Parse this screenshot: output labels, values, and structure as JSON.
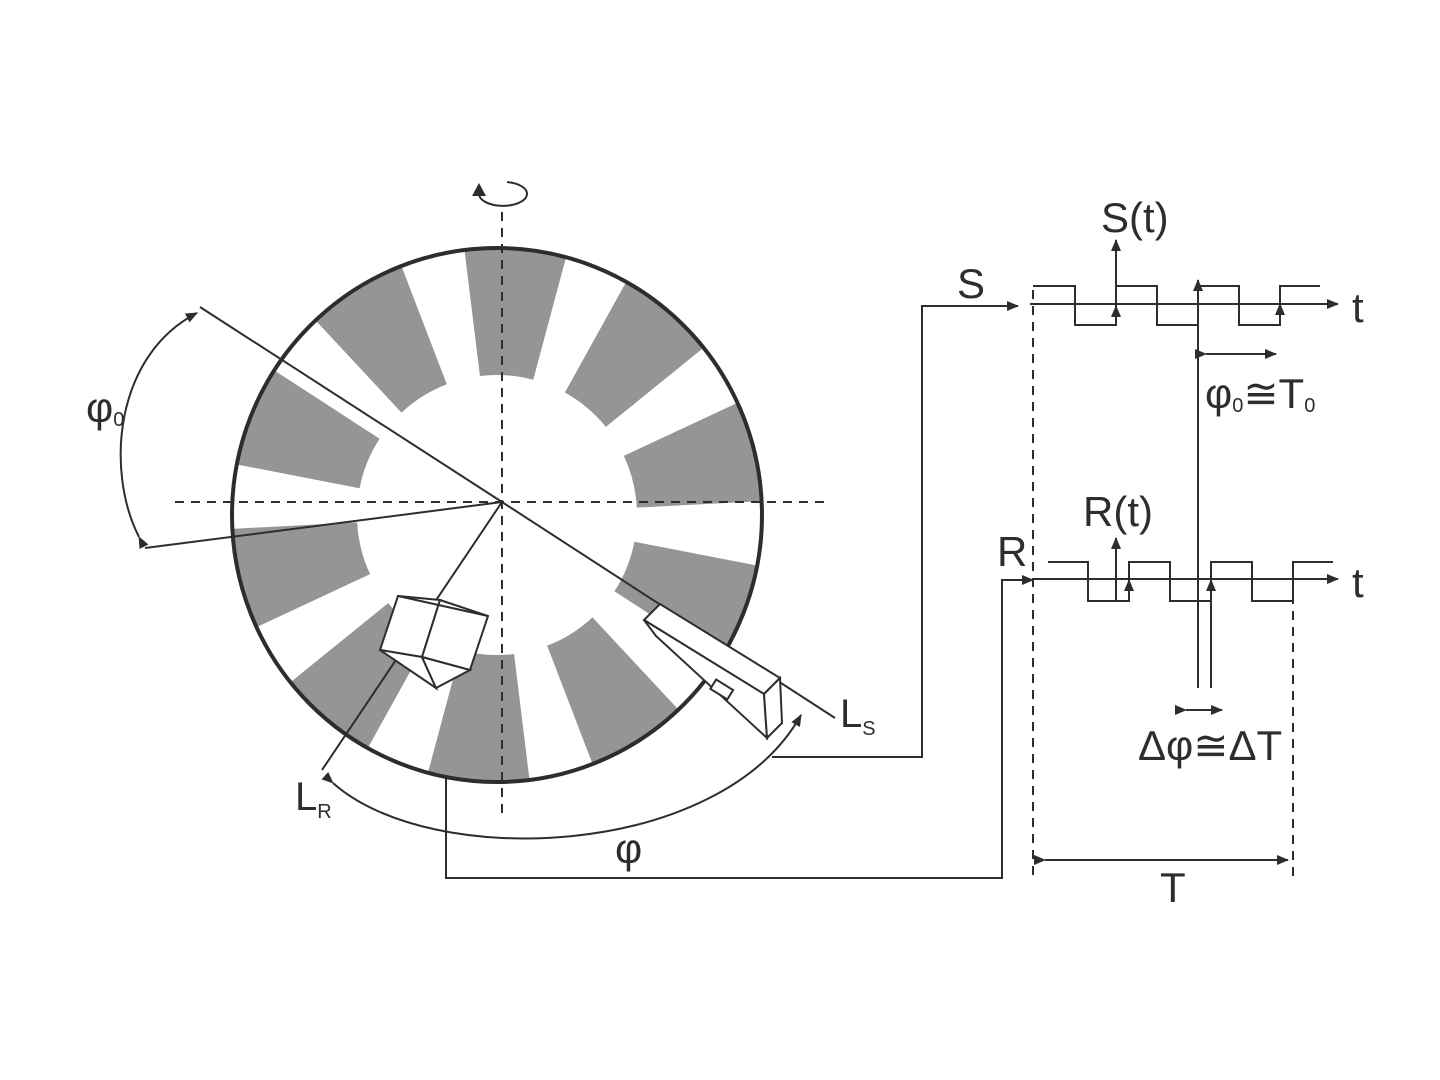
{
  "colors": {
    "line": "#2d2d2d",
    "segment_fill": "#959597",
    "background": "#ffffff"
  },
  "labels": {
    "phi0": "φ",
    "phi0_sub": "0",
    "ls_main": "L",
    "ls_sub": "S",
    "lr_main": "L",
    "lr_sub": "R",
    "phi": "φ",
    "s_line": "S",
    "r_line": "R",
    "s_of_t": "S(t)",
    "r_of_t": "R(t)",
    "t_top": "t",
    "t_bottom": "t",
    "phi0_eq_a": "φ",
    "phi0_eq_sub1": "0",
    "phi0_eq_b": "≅T",
    "phi0_eq_sub2": "0",
    "delta_eq": "Δφ≅ΔT",
    "period": "T"
  },
  "icons": {
    "rotation": "rotation-arrow-icon"
  }
}
